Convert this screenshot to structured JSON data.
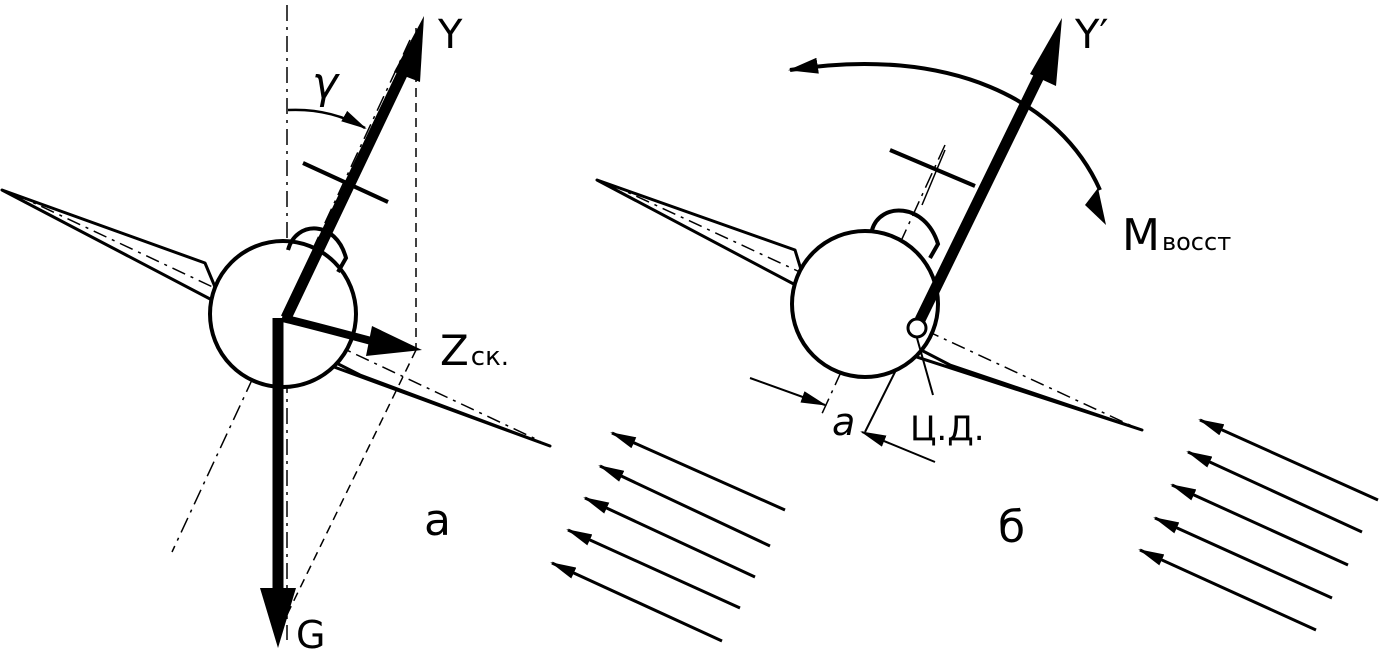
{
  "panels": {
    "a": {
      "caption": "а",
      "vector_lift": "Y",
      "vector_weight": "G",
      "vector_sideslip": "Z",
      "vector_sideslip_sub": "ск.",
      "bank_angle": "γ"
    },
    "b": {
      "caption": "б",
      "vector_lift": "Y′",
      "moment": "M",
      "moment_sub": "восст",
      "offset": "a",
      "pressure_center": "Ц.Д."
    }
  },
  "colors": {
    "ink": "#000000",
    "paper": "#ffffff"
  }
}
